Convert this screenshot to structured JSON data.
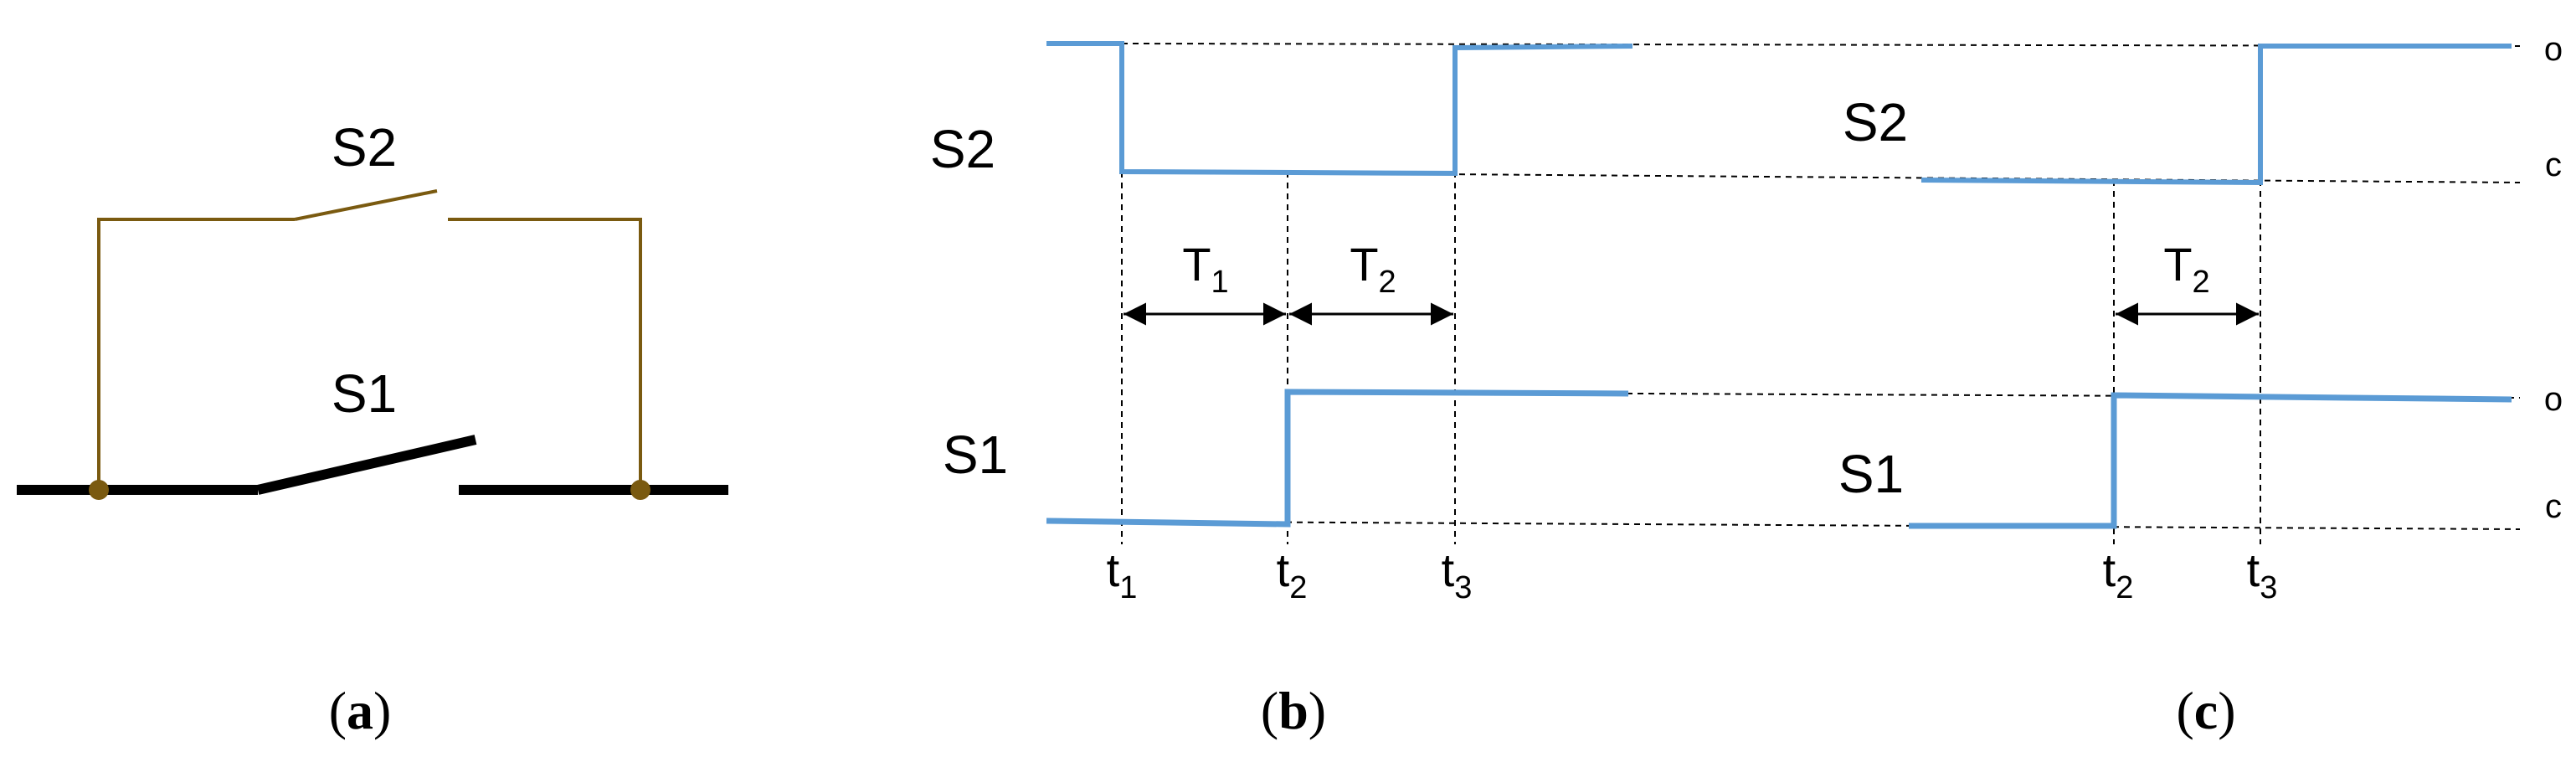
{
  "colors": {
    "wire": "#7a5a10",
    "node": "#7a5a10",
    "contact": "#000000",
    "trace": "#5b9bd5",
    "guide": "#000000"
  },
  "panel_a": {
    "switch_s2_label": "S2",
    "switch_s1_label": "S1",
    "caption_open": "(",
    "caption_letter": "a",
    "caption_close": ")"
  },
  "panel_b": {
    "s2_label": "S2",
    "s1_label": "S1",
    "interval_1": {
      "main": "T",
      "sub": "1"
    },
    "interval_2": {
      "main": "T",
      "sub": "2"
    },
    "times": [
      {
        "main": "t",
        "sub": "1"
      },
      {
        "main": "t",
        "sub": "2"
      },
      {
        "main": "t",
        "sub": "3"
      }
    ],
    "caption_open": "(",
    "caption_letter": "b",
    "caption_close": ")"
  },
  "panel_c": {
    "s2_label": "S2",
    "s1_label": "S1",
    "interval_2": {
      "main": "T",
      "sub": "2"
    },
    "times": [
      {
        "main": "t",
        "sub": "2"
      },
      {
        "main": "t",
        "sub": "3"
      }
    ],
    "state_s2_open": "o",
    "state_s2_closed": "c",
    "state_s1_open": "o",
    "state_s1_closed": "c",
    "caption_open": "(",
    "caption_letter": "c",
    "caption_close": ")"
  }
}
